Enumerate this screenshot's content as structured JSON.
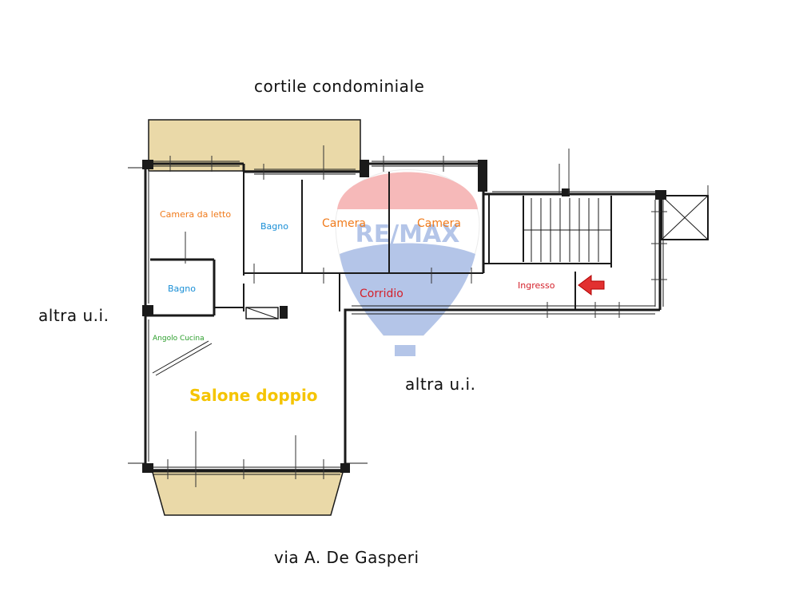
{
  "context_labels": {
    "top": "cortile condominiale",
    "left": "altra u.i.",
    "right": "altra u.i.",
    "bottom": "via A. De Gasperi"
  },
  "rooms": {
    "camera_da_letto": "Camera da letto",
    "bagno_top": "Bagno",
    "camera_1": "Camera",
    "camera_2": "Camera",
    "bagno_left": "Bagno",
    "corridio": "Corridio",
    "ingresso": "Ingresso",
    "angolo_cucina": "Angolo Cucina",
    "salone": "Salone doppio"
  },
  "colors": {
    "orange": "#f07b1c",
    "blue": "#1a8fd6",
    "red": "#d4202a",
    "green": "#2a9d2a",
    "yellow": "#f5c400",
    "terrace": "#ead9a8",
    "wall": "#1a1a1a"
  },
  "watermark": {
    "brand": "RE/MAX"
  },
  "icons": {
    "entrance": "entrance-arrow-icon",
    "shaft": "elevator-shaft-icon"
  }
}
